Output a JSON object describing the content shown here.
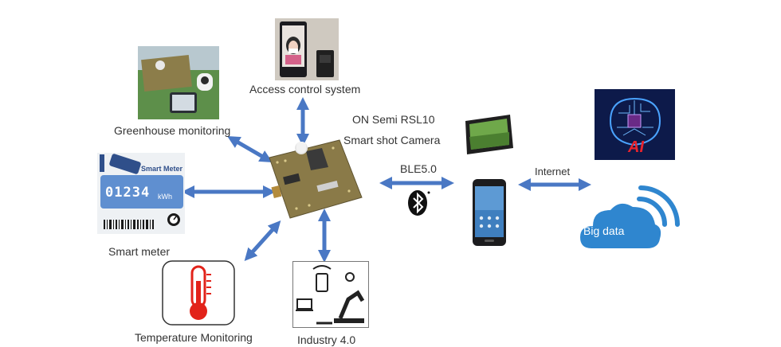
{
  "labels": {
    "access_control": "Access control system",
    "greenhouse": "Greenhouse monitoring",
    "rsl10_line1": "ON Semi RSL10",
    "rsl10_line2": "Smart shot Camera",
    "smart_meter": "Smart meter",
    "temperature": "Temperature Monitoring",
    "industry": "Industry 4.0",
    "ble": "BLE5.0",
    "internet": "Internet",
    "big_data": "Big data"
  },
  "meter": {
    "title": "Smart Meter",
    "reading": "01234",
    "unit": "kWh"
  },
  "ai_text": "AI",
  "colors": {
    "arrow": "#4a78c4",
    "cloud": "#2f86cf",
    "thermometer": "#e2231a",
    "pcb": "#8a7a48"
  }
}
